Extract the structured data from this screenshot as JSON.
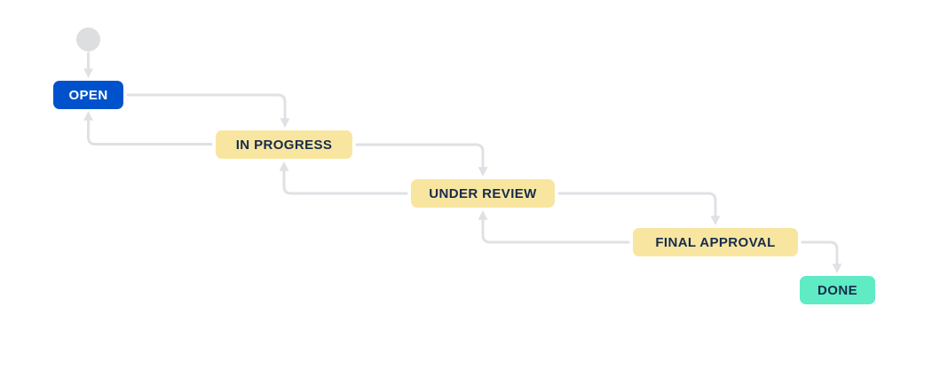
{
  "diagram": {
    "background_color": "#ffffff",
    "arrow_color": "#dfe1e4",
    "start_point": {
      "name": "start",
      "color": "#dcdee0"
    },
    "nodes": [
      {
        "id": "open",
        "label": "OPEN",
        "bg": "#0052cc",
        "text_color": "#ffffff"
      },
      {
        "id": "in-progress",
        "label": "IN PROGRESS",
        "bg": "#f8e6a0",
        "text_color": "#172b4d"
      },
      {
        "id": "under-review",
        "label": "UNDER REVIEW",
        "bg": "#f8e6a0",
        "text_color": "#172b4d"
      },
      {
        "id": "final-approval",
        "label": "FINAL APPROVAL",
        "bg": "#f8e6a0",
        "text_color": "#172b4d"
      },
      {
        "id": "done",
        "label": "DONE",
        "bg": "#5febc3",
        "text_color": "#172b4d"
      }
    ],
    "transitions": [
      {
        "from": "start",
        "to": "open"
      },
      {
        "from": "open",
        "to": "in-progress"
      },
      {
        "from": "in-progress",
        "to": "open"
      },
      {
        "from": "in-progress",
        "to": "under-review"
      },
      {
        "from": "under-review",
        "to": "in-progress"
      },
      {
        "from": "under-review",
        "to": "final-approval"
      },
      {
        "from": "final-approval",
        "to": "under-review"
      },
      {
        "from": "final-approval",
        "to": "done"
      }
    ]
  }
}
